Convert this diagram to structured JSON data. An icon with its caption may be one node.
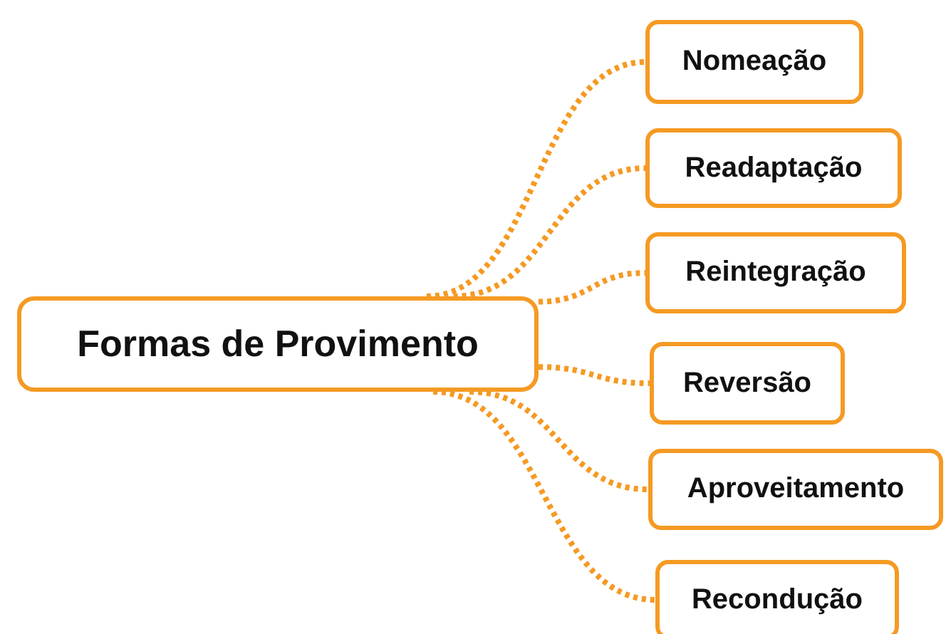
{
  "diagram": {
    "nodes": [
      {
        "text": [
          "Formas de Provimento"
        ]
      },
      {
        "text": [
          "Nomeação"
        ]
      },
      {
        "text": [
          "Readaptação"
        ]
      },
      {
        "text": [
          "Reintegração"
        ]
      },
      {
        "text": [
          "Reversão"
        ]
      },
      {
        "text": [
          "Aproveitamento"
        ]
      },
      {
        "text": [
          "Recondução"
        ]
      }
    ],
    "edges": [
      {
        "from": 0,
        "to": 1,
        "arrow": "none",
        "style": "dashed"
      },
      {
        "from": 0,
        "to": 2,
        "arrow": "none",
        "style": "dashed"
      },
      {
        "from": 0,
        "to": 3,
        "arrow": "none",
        "style": "dashed"
      },
      {
        "from": 0,
        "to": 4,
        "arrow": "none",
        "style": "dashed"
      },
      {
        "from": 0,
        "to": 5,
        "arrow": "none",
        "style": "dashed"
      },
      {
        "from": 0,
        "to": 6,
        "arrow": "none",
        "style": "dashed"
      }
    ]
  }
}
